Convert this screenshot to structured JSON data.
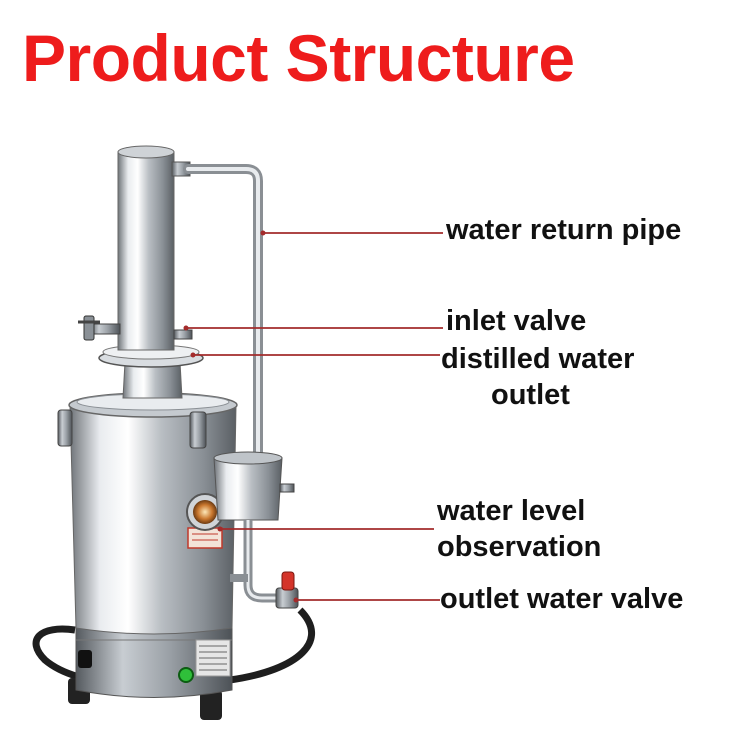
{
  "title": "Product Structure",
  "accent_color": "#ee1c1c",
  "leader_color": "#a32b2b",
  "labels": {
    "water_return_pipe": "water return pipe",
    "inlet_valve": "inlet valve",
    "distilled_water_outlet_line1": "distilled water",
    "distilled_water_outlet_line2": "outlet",
    "water_level_observation_line1": "water level",
    "water_level_observation_line2": "observation",
    "outlet_water_valve": "outlet water valve"
  }
}
